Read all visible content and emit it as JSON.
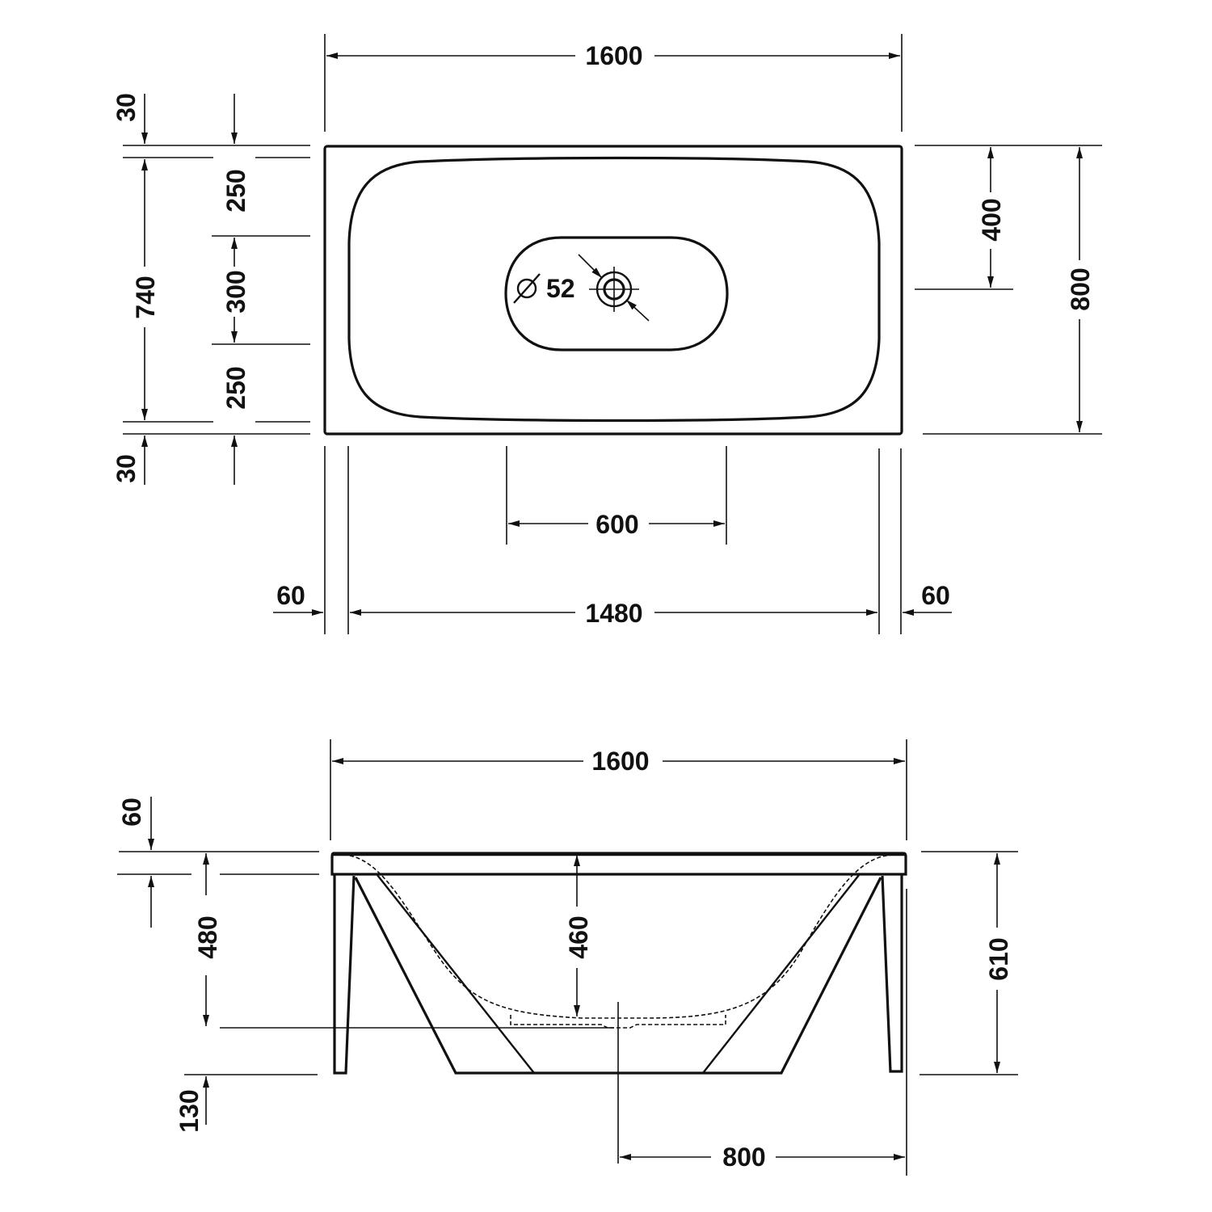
{
  "drawing": {
    "colors": {
      "line": "#111111",
      "background": "#ffffff"
    },
    "top_view": {
      "overall_length": "1600",
      "overall_width": "800",
      "inner_width": "740",
      "rim_top": "30",
      "rim_bottom": "30",
      "seg_upper": "250",
      "seg_middle": "300",
      "seg_lower": "250",
      "drain_offset": "400",
      "drain_diameter": "Ø 52",
      "drain_zone_length": "600",
      "inner_length": "1480",
      "rim_left": "60",
      "rim_right": "60"
    },
    "side_view": {
      "overall_length": "1600",
      "rim_thickness": "60",
      "depth_to_floor": "480",
      "inner_depth": "460",
      "total_height": "610",
      "floor_clearance": "130",
      "center_to_end": "800"
    }
  }
}
